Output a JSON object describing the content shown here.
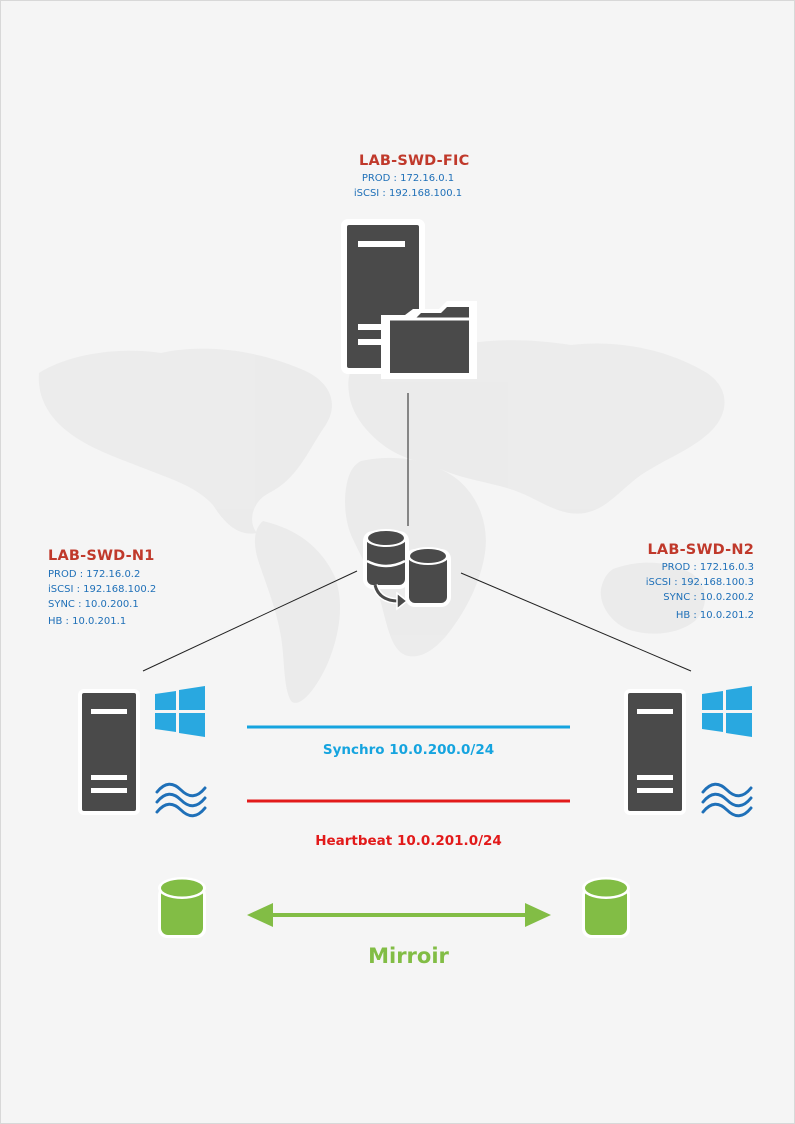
{
  "colors": {
    "server": "#4a4a4a",
    "title_red": "#c0392b",
    "info_blue": "#1f70b8",
    "sync_blue": "#15a4df",
    "heartbeat_red": "#e21a1a",
    "mirror_green": "#82bd45",
    "windows_blue": "#29a8e0",
    "link_line": "#222222"
  },
  "nodes": {
    "fic": {
      "name": "LAB-SWD-FIC",
      "lines": [
        "PROD : 172.16.0.1",
        "iSCSI : 192.168.100.1"
      ],
      "icon": "file-server-icon"
    },
    "n1": {
      "name": "LAB-SWD-N1",
      "lines": [
        "PROD : 172.16.0.2",
        "iSCSI : 192.168.100.2",
        "SYNC : 10.0.200.1",
        "HB : 10.0.201.1"
      ],
      "icon": "windows-server-icon"
    },
    "n2": {
      "name": "LAB-SWD-N2",
      "lines": [
        "PROD : 172.16.0.3",
        "iSCSI : 192.168.100.3",
        "SYNC : 10.0.200.2",
        "HB : 10.0.201.2"
      ],
      "icon": "windows-server-icon"
    }
  },
  "center_icon": "database-replication-icon",
  "links": {
    "synchro": "Synchro 10.0.200.0/24",
    "heartbeat": "Heartbeat 10.0.201.0/24",
    "mirror": "Mirroir"
  }
}
